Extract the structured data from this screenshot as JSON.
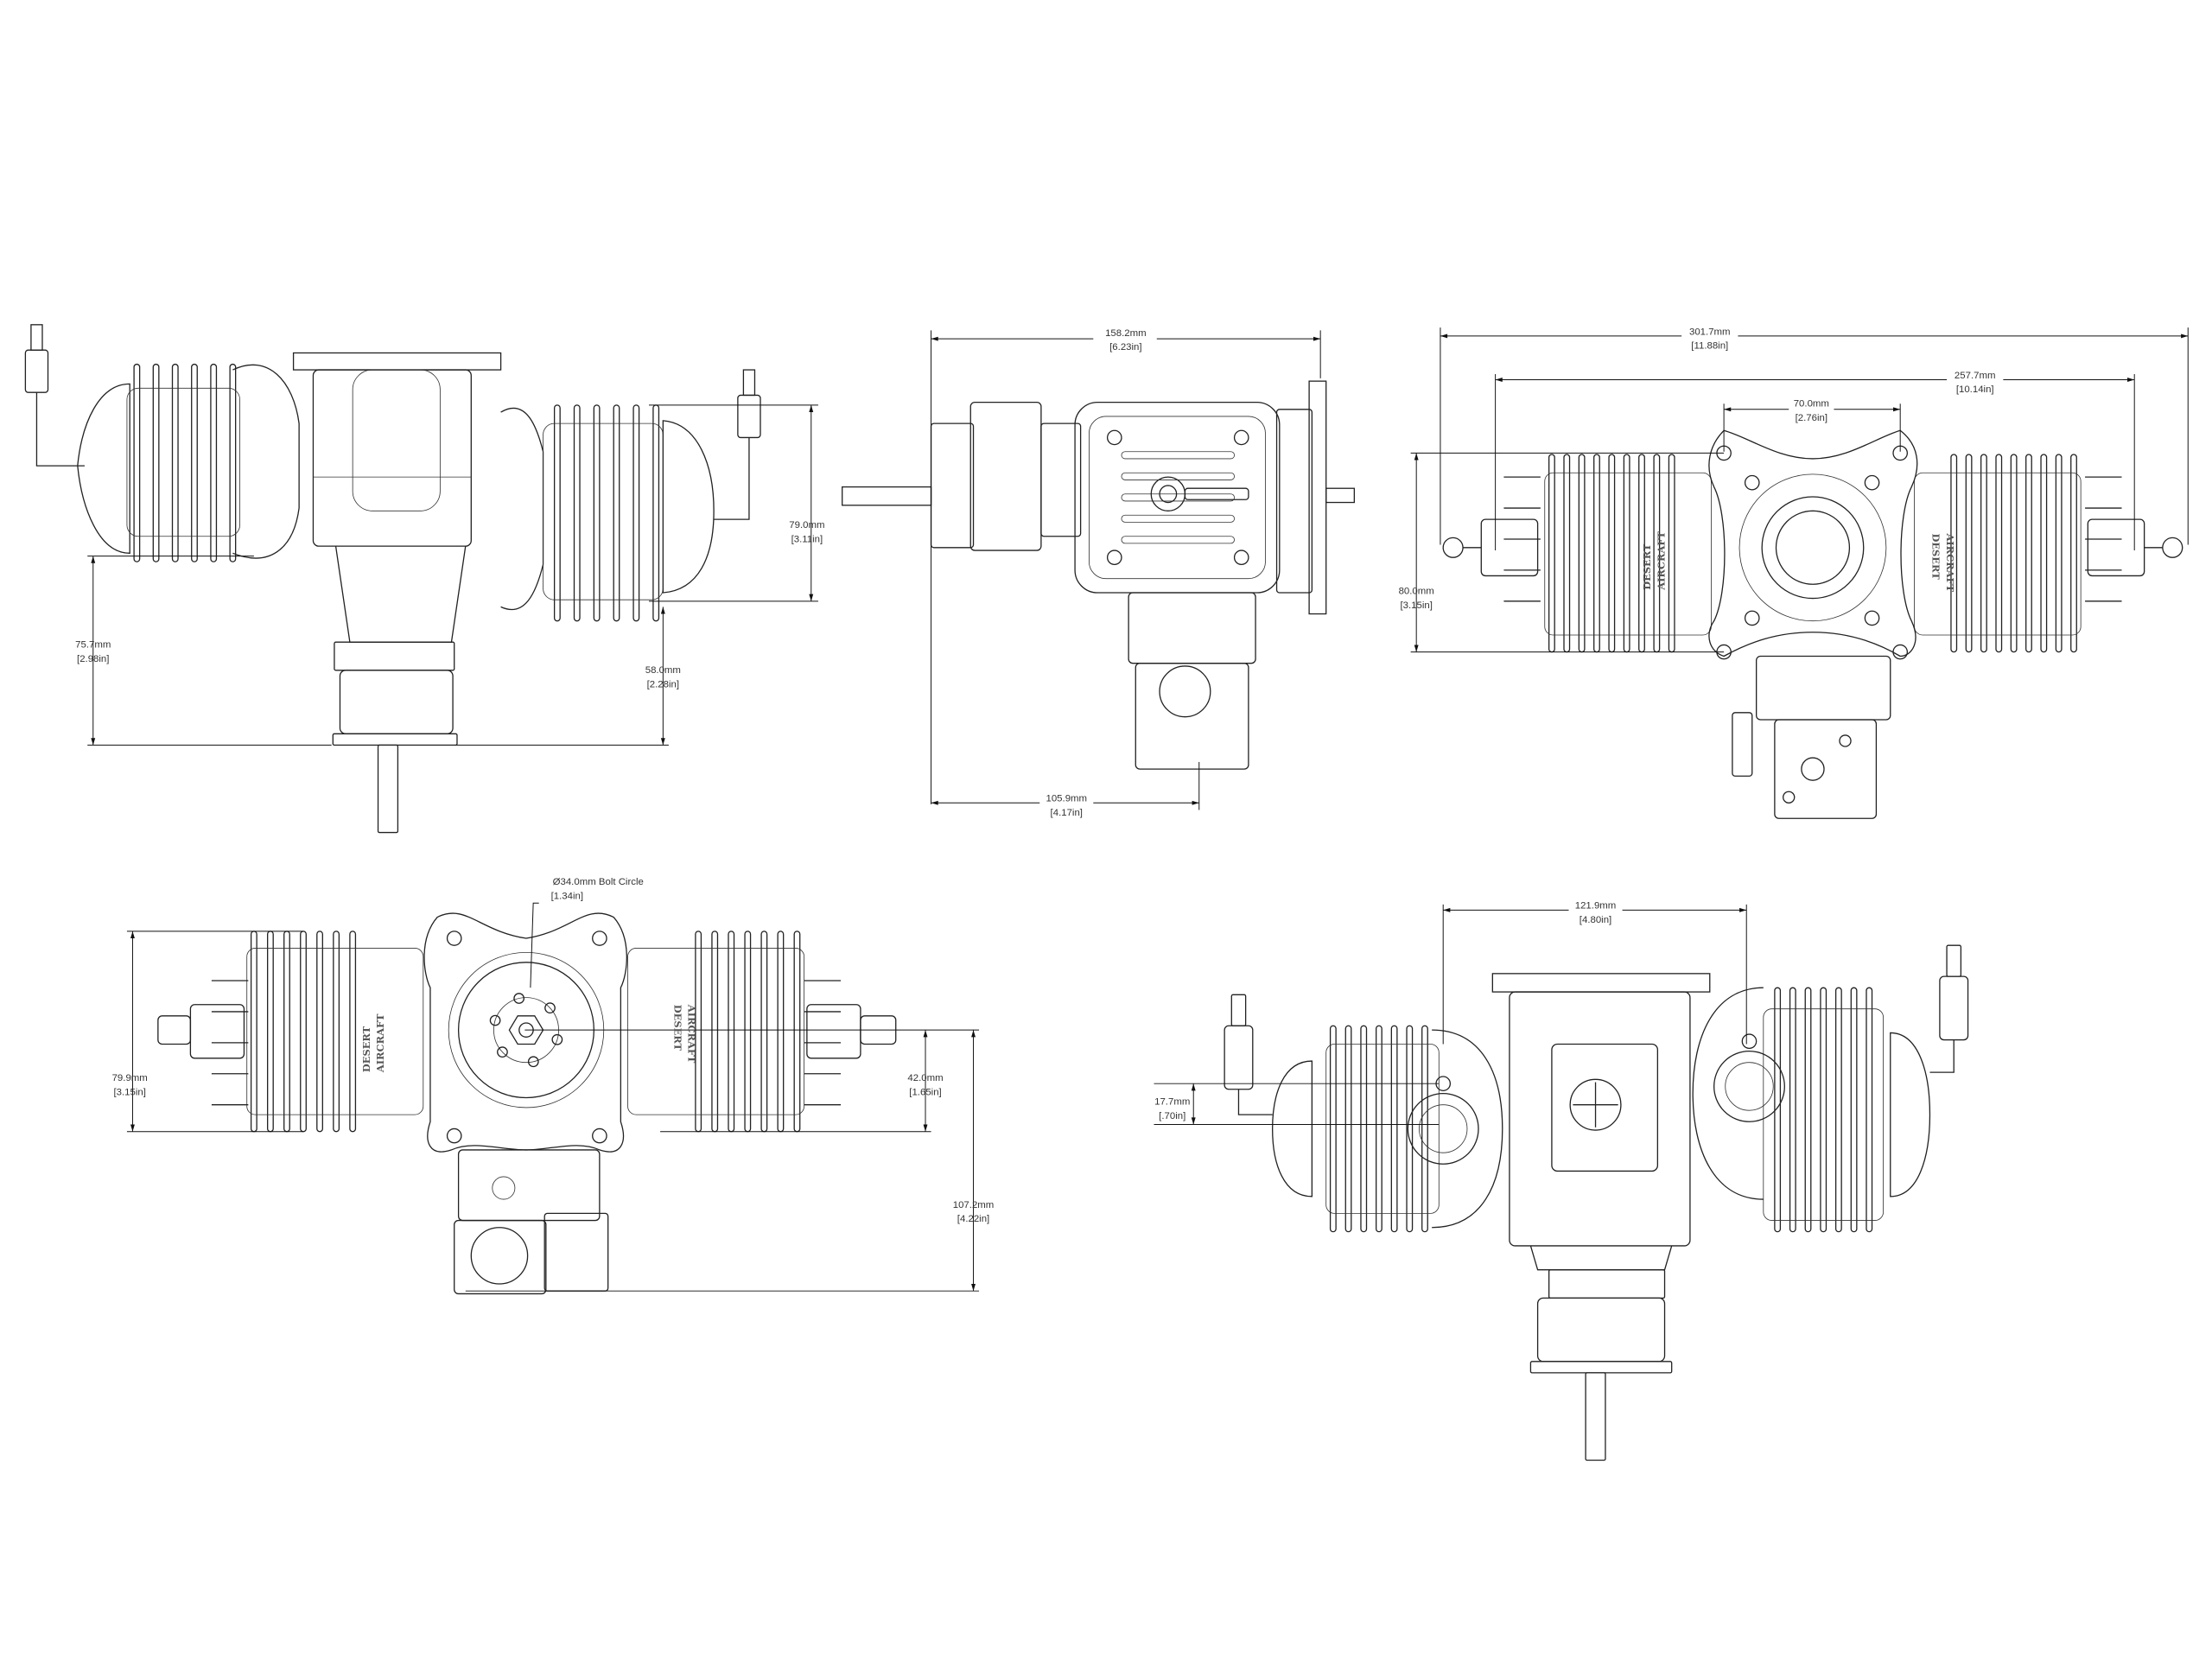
{
  "brand": {
    "line1": "DESERT",
    "line2": "AIRCRAFT"
  },
  "views": {
    "side": {
      "dims": [
        {
          "mm": "79.0mm",
          "in": "[3.11in]"
        },
        {
          "mm": "75.7mm",
          "in": "[2.98in]"
        },
        {
          "mm": "58.0mm",
          "in": "[2.28in]"
        }
      ]
    },
    "end": {
      "dims": [
        {
          "mm": "158.2mm",
          "in": "[6.23in]"
        },
        {
          "mm": "105.9mm",
          "in": "[4.17in]"
        }
      ]
    },
    "rear": {
      "dims": [
        {
          "mm": "301.7mm",
          "in": "[11.88in]"
        },
        {
          "mm": "257.7mm",
          "in": "[10.14in]"
        },
        {
          "mm": "70.0mm",
          "in": "[2.76in]"
        },
        {
          "mm": "80.0mm",
          "in": "[3.15in]"
        }
      ]
    },
    "front": {
      "dims": [
        {
          "mm": "Ø34.0mm Bolt Circle",
          "in": "[1.34in]"
        },
        {
          "mm": "79.9mm",
          "in": "[3.15in]"
        },
        {
          "mm": "42.0mm",
          "in": "[1.65in]"
        },
        {
          "mm": "107.2mm",
          "in": "[4.22in]"
        }
      ]
    },
    "bottom": {
      "dims": [
        {
          "mm": "121.9mm",
          "in": "[4.80in]"
        },
        {
          "mm": "17.7mm",
          "in": "[.70in]"
        }
      ]
    }
  }
}
